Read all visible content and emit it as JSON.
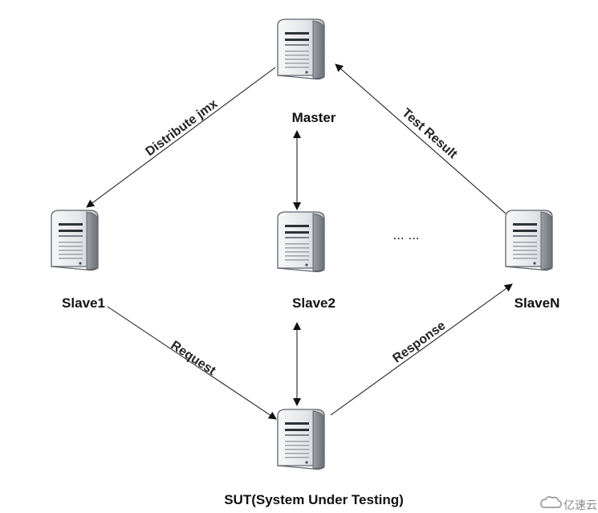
{
  "nodes": {
    "master": "Master",
    "slave1": "Slave1",
    "slave2": "Slave2",
    "slaveN": "SlaveN",
    "sut": "SUT(System Under Testing)",
    "ellipsis": "... ..."
  },
  "edges": {
    "distribute": "Distribute jmx",
    "test_result": "Test Result",
    "request": "Request",
    "response": "Response"
  },
  "watermark": "亿速云",
  "colors": {
    "line": "#111111",
    "server_light": "#f2f3f4",
    "server_mid": "#c9ccd0",
    "server_dark": "#6d7278"
  },
  "icons": [
    "server-icon",
    "cloud-logo-icon"
  ]
}
